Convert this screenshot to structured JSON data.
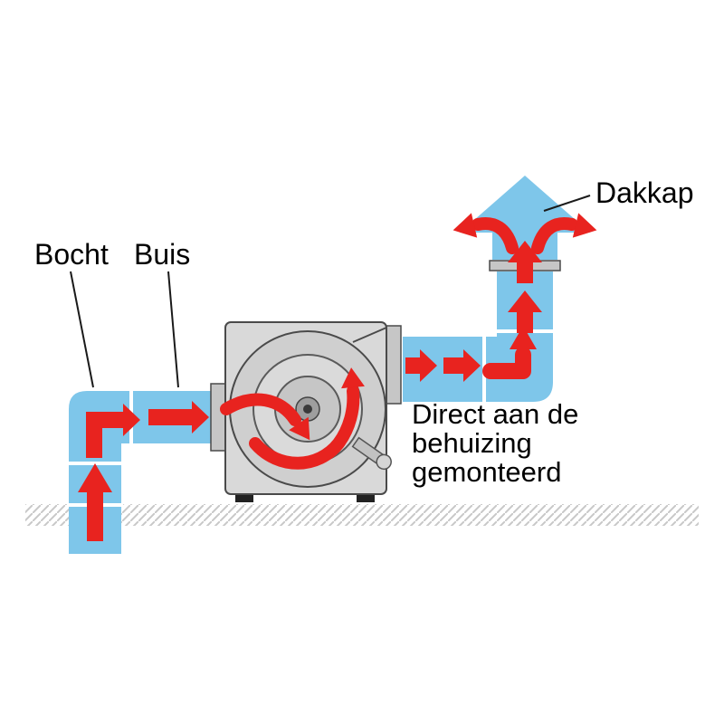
{
  "diagram": {
    "labels": {
      "bend": "Bocht",
      "pipe": "Buis",
      "roof_cap": "Dakkap",
      "mounted": {
        "line1": "Direct aan de",
        "line2": "behuizing",
        "line3": "gemonteerd"
      }
    },
    "colors": {
      "duct_blue": "#7ec6ea",
      "arrow_red": "#e8231f",
      "housing_grey": "#d9d9d9",
      "flange_grey": "#c6c6c6",
      "hatch_grey": "#c8c8c8",
      "outline": "#4a4a4a"
    }
  }
}
